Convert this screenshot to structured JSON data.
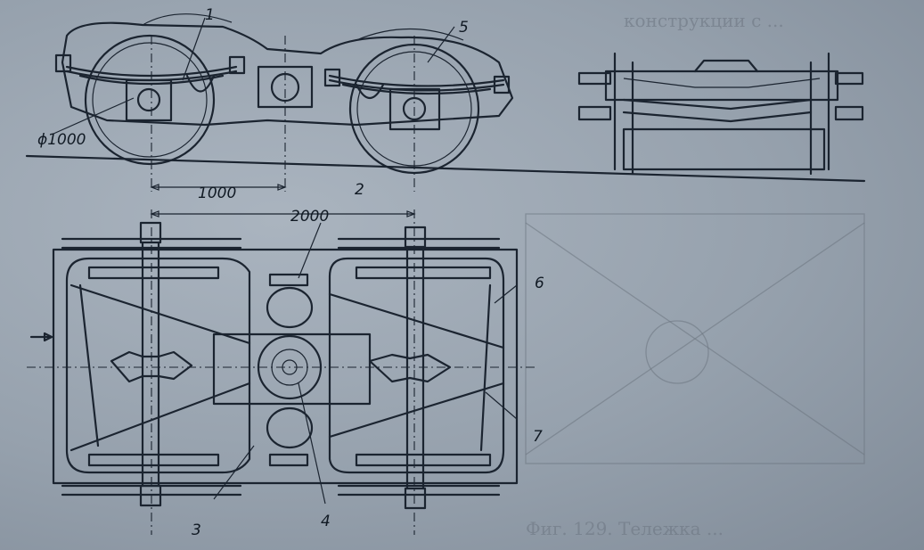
{
  "figure": {
    "labels": {
      "wheel_diameter": "ϕ1000",
      "dim_1000": "1000",
      "dim_2000": "2000",
      "n1": "1",
      "n2": "2",
      "n3": "3",
      "n4": "4",
      "n5": "5",
      "n6": "6",
      "n7": "7"
    }
  }
}
